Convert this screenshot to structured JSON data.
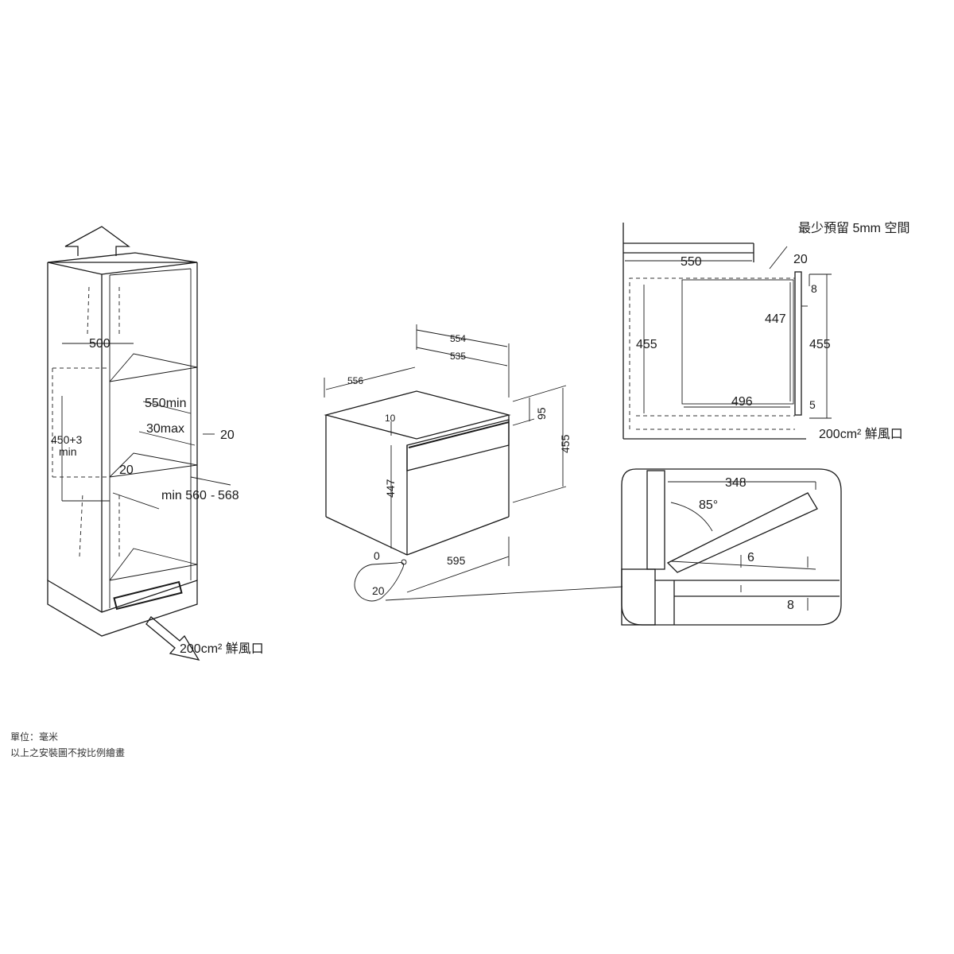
{
  "cabinet": {
    "dim_width": "500",
    "dim_depth": "550min",
    "dim_gap": "30max",
    "dim_side": "20",
    "dim_height": "450+3",
    "dim_height_min": "min",
    "dim_back": "20",
    "dim_opening": "min 560",
    "dim_opening_dash": "-",
    "dim_opening_max": "568",
    "vent": "200cm² 鮮風口"
  },
  "oven": {
    "dim_top_depth": "554",
    "dim_body_depth": "535",
    "dim_side_depth": "556",
    "dim_gap_top": "10",
    "dim_panel": "95",
    "dim_body_height": "447",
    "dim_total_height": "455",
    "dim_width": "595",
    "dim_zero": "0",
    "dim_front": "20"
  },
  "side_view": {
    "title": "最少預留 5mm 空間",
    "dim_depth": "550",
    "dim_gap": "20",
    "dim_top": "8",
    "dim_inner_height": "447",
    "dim_left_height": "455",
    "dim_right_height": "455",
    "dim_bottom_width": "496",
    "dim_bottom": "5",
    "vent": "200cm² 鮮風口"
  },
  "door_detail": {
    "dim_length": "348",
    "angle": "85°",
    "dim_gap": "6",
    "dim_bottom": "8"
  },
  "notes": {
    "unit": "單位：毫米",
    "scale": "以上之安裝圖不按比例繪畫"
  }
}
